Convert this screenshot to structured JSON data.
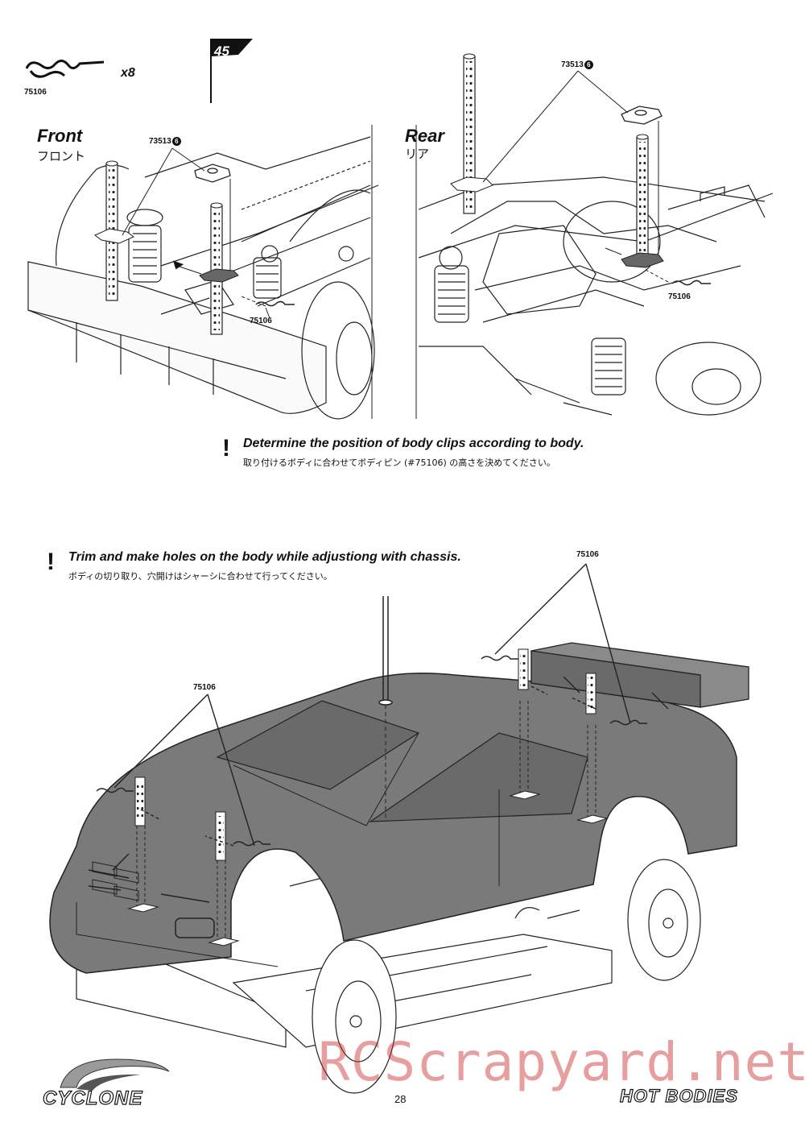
{
  "parts": {
    "clip_part_no": "75106",
    "clip_qty": "x8",
    "mount_part_no": "73513",
    "mount_sub": "6"
  },
  "step": {
    "number": "45"
  },
  "front": {
    "title": "Front",
    "title_jp": "フロント"
  },
  "rear": {
    "title": "Rear",
    "title_jp": "リア"
  },
  "note1": {
    "en": "Determine the position of body clips according to body.",
    "jp": "取り付けるボディに合わせてボディピン (#75106) の高さを決めてください。"
  },
  "note2": {
    "en": "Trim and make holes on the body while adjustiong with chassis.",
    "jp": "ボディの切り取り、穴開けはシャーシに合わせて行ってください。"
  },
  "footer": {
    "page_number": "28",
    "logo_left": "CYCLONE",
    "logo_right": "HOT BODIES",
    "watermark": "RCScrapyard.net"
  },
  "colors": {
    "body_fill": "#7a7a7a",
    "watermark": "#c82828"
  }
}
